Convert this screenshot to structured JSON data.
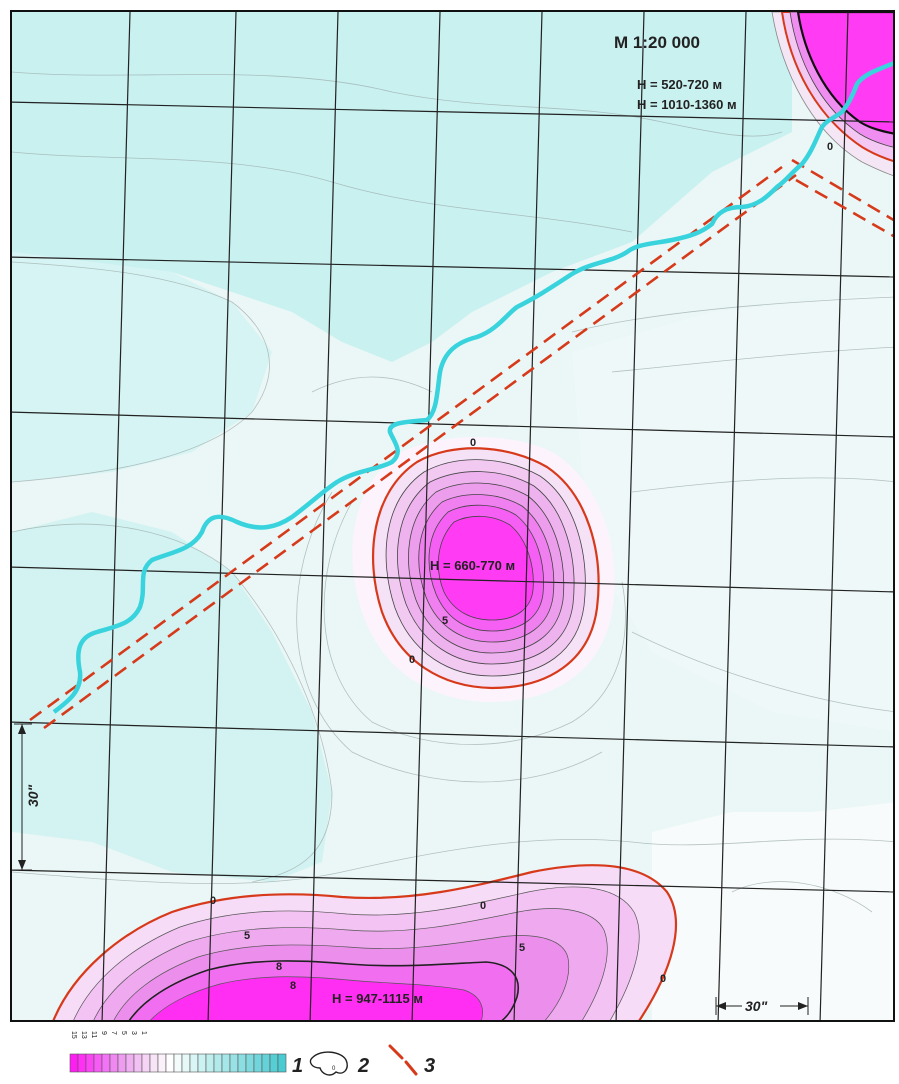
{
  "map": {
    "scale_label": "M 1:20 000",
    "height_labels": [
      "H = 520-720 м",
      "H = 1010-1360 м",
      "H = 660-770 м",
      "H = 947-1115 м"
    ],
    "contour_labels": [
      "0",
      "5",
      "0",
      "0",
      "5",
      "8",
      "0",
      "8",
      "5",
      "0",
      "0"
    ],
    "scale_bar_label": "30\"",
    "side_scale_label": "30\""
  },
  "legend": {
    "scale_values": [
      "15",
      "13",
      "11",
      "9",
      "7",
      "5",
      "3",
      "1"
    ],
    "item_1": "1",
    "item_2": "2",
    "item_3": "3"
  },
  "colors": {
    "background": "#eaf7f6",
    "low_zone": "#c9f1f0",
    "anomaly": "#ff33f3",
    "anomaly_light": "#f3c8f3",
    "contour_zero": "#d63a1a",
    "river": "#38d3dd",
    "fault": "#d63a1a",
    "grid": "#222222"
  }
}
